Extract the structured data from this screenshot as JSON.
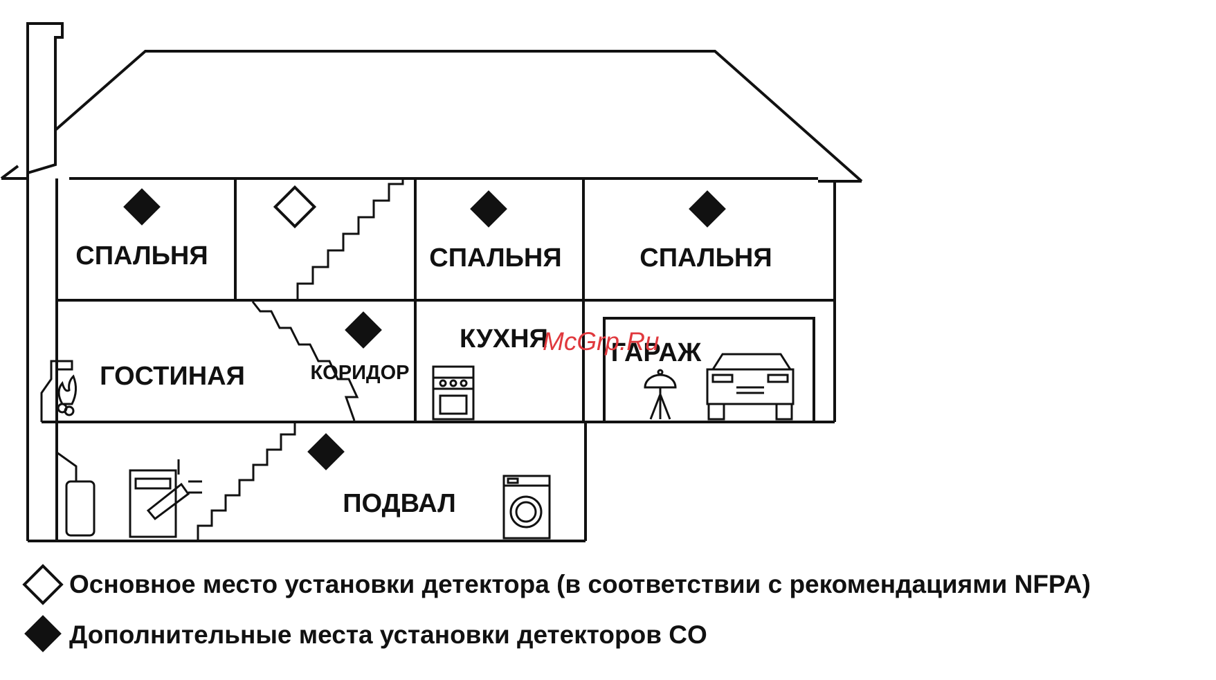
{
  "colors": {
    "ink": "#111111",
    "background": "#ffffff",
    "watermark": "#e0393e"
  },
  "rooms": {
    "bedroom_1": "СПАЛЬНЯ",
    "bedroom_2": "СПАЛЬНЯ",
    "bedroom_3": "СПАЛЬНЯ",
    "living_room": "ГОСТИНАЯ",
    "corridor": "КОРИДОР",
    "kitchen": "КУХНЯ",
    "garage": "ГАРАЖ",
    "basement": "ПОДВАЛ"
  },
  "markers": {
    "primary": "diamond-outline-icon",
    "additional": "diamond-filled-icon"
  },
  "legend": {
    "primary": "Основное место установки детектора (в соответствии с рекомендациями NFPA)",
    "additional": "Дополнительные места установки детекторов CO"
  },
  "watermark": "McGrp.Ru",
  "icons": [
    "chimney-icon",
    "fireplace-icon",
    "stove-icon",
    "grill-icon",
    "car-icon",
    "water-heater-icon",
    "furnace-icon",
    "washing-machine-icon"
  ]
}
